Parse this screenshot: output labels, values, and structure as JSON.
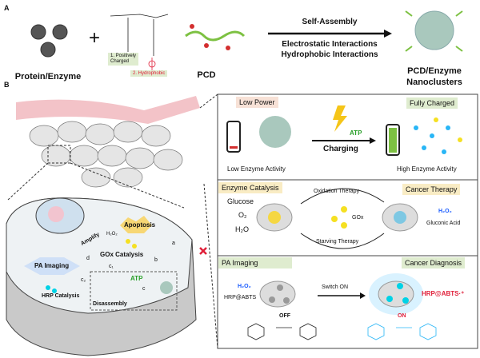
{
  "panel_a": {
    "label": "A",
    "protein": "Protein/Enzyme",
    "plus": "+",
    "positively_charged": [
      "1. Positively",
      "Charged"
    ],
    "hydrophobic": "2. Hydrophobic",
    "pcd": "PCD",
    "self_assembly": "Self-Assembly",
    "electrostatic": "Electrostatic Interactions",
    "hydrophobic_interactions": "Hydrophobic Interactions",
    "nanoclusters": [
      "PCD/Enzyme",
      "Nanoclusters"
    ]
  },
  "panel_b": {
    "label": "B",
    "cell": {
      "apoptosis": "Apoptosis",
      "amplify": "Amplify",
      "h2o2": "H₂O₂",
      "gox_catalysis": "GOx Catalysis",
      "pa_imaging": "PA Imaging",
      "hrp_catalysis": "HRP Catalysis",
      "disassembly": "Disassembly",
      "atp": "ATP",
      "step_a": "a",
      "step_b": "b",
      "step_c": "c",
      "step_c1": "c₁",
      "step_c2": "c₂",
      "step_d": "d"
    },
    "charging": {
      "low_power": "Low Power",
      "low_activity": "Low Enzyme Activity",
      "atp": "ATP",
      "charging": "Charging",
      "fully_charged": "Fully Charged",
      "high_activity": "High Enzyme Activity"
    },
    "therapy": {
      "enzyme_catalysis": "Enzyme  Catalysis",
      "glucose": "Glucose",
      "o2": "O₂",
      "h2o": "H₂O",
      "oxidation": "Oxidation Therapy",
      "gox": "GOx",
      "starving": "Starving Therapy",
      "cancer_therapy": "Cancer Therapy",
      "h2o2": "H₂O₂",
      "gluconic": "Gluconic Acid"
    },
    "imaging": {
      "pa_imaging": "PA Imaging",
      "cancer_diagnosis": "Cancer Diagnosis",
      "h2o2": "H₂O₂",
      "hrp_abts": "HRP@ABTS",
      "switch_on": "Switch ON",
      "hrp_abts_radical": "HRP@ABTS·⁺",
      "off": "OFF",
      "on": "ON"
    }
  },
  "colors": {
    "atp_green": "#2aa02a",
    "h2o2_blue": "#1a5cff",
    "on_red": "#e0203a",
    "abts_cyan": "#29b6f6",
    "lightning": "#f5c518"
  }
}
